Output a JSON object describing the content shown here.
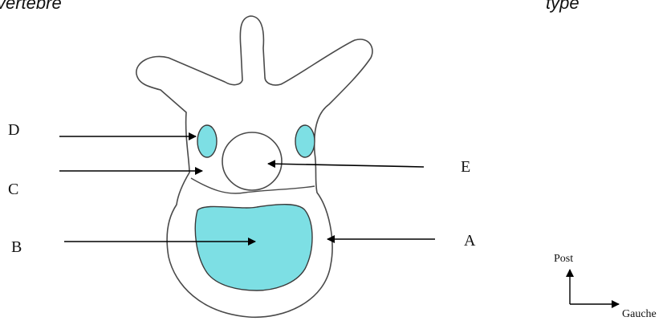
{
  "title": {
    "left_fragment": "vertèbre",
    "right_fragment": "type"
  },
  "labels": {
    "a": "A",
    "b": "B",
    "c": "C",
    "d": "D",
    "e": "E"
  },
  "orientation": {
    "vertical": "Post",
    "horizontal": "Gauche"
  },
  "colors": {
    "outline": "#4a4a4a",
    "fill_cyan": "#7ddfe4",
    "arrow": "#000000"
  }
}
